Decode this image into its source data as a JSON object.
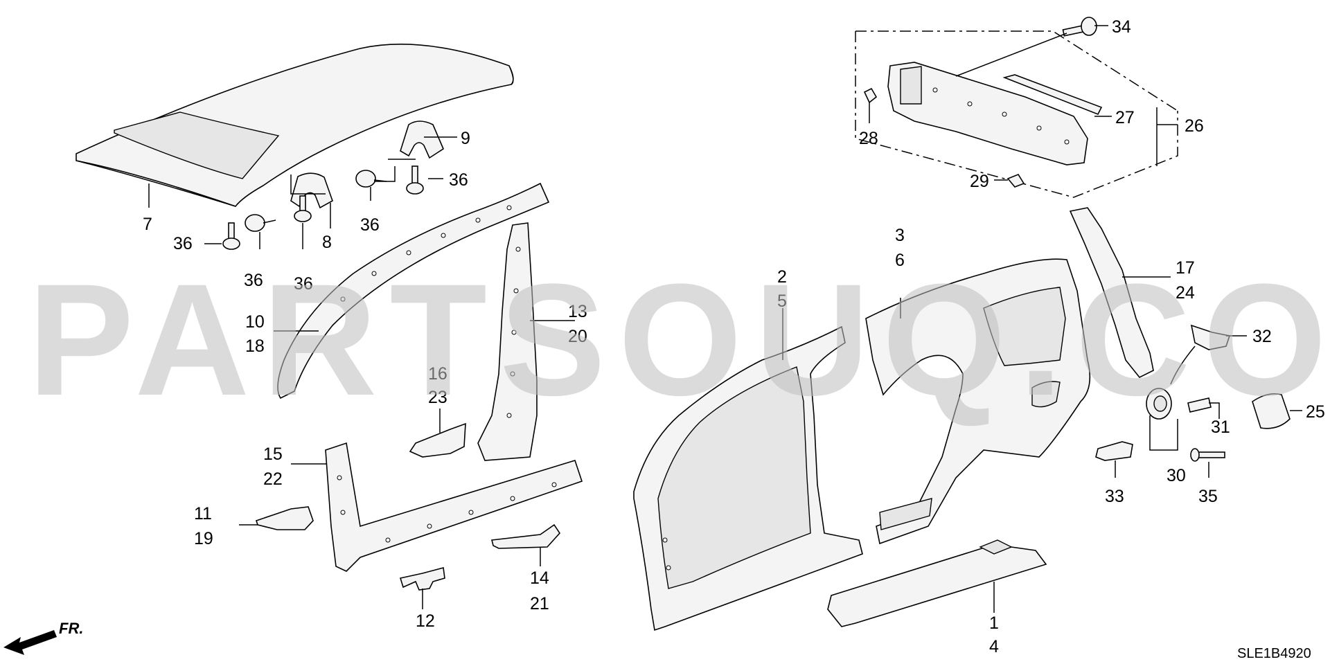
{
  "watermark": "PARTSOUQ.COM",
  "diagram_code": "SLE1B4920",
  "front_indicator": "FR.",
  "callouts": [
    {
      "id": "c7",
      "text": "7"
    },
    {
      "id": "c9",
      "text": "9"
    },
    {
      "id": "c36a",
      "text": "36"
    },
    {
      "id": "c36b",
      "text": "36"
    },
    {
      "id": "c8",
      "text": "8"
    },
    {
      "id": "c36c",
      "text": "36"
    },
    {
      "id": "c36d",
      "text": "36"
    },
    {
      "id": "c36e",
      "text": "36"
    },
    {
      "id": "c10",
      "text": "10"
    },
    {
      "id": "c18",
      "text": "18"
    },
    {
      "id": "c13",
      "text": "13"
    },
    {
      "id": "c20",
      "text": "20"
    },
    {
      "id": "c16",
      "text": "16"
    },
    {
      "id": "c23",
      "text": "23"
    },
    {
      "id": "c15",
      "text": "15"
    },
    {
      "id": "c22",
      "text": "22"
    },
    {
      "id": "c11",
      "text": "11"
    },
    {
      "id": "c19",
      "text": "19"
    },
    {
      "id": "c12",
      "text": "12"
    },
    {
      "id": "c14",
      "text": "14"
    },
    {
      "id": "c21",
      "text": "21"
    },
    {
      "id": "c2",
      "text": "2"
    },
    {
      "id": "c5",
      "text": "5"
    },
    {
      "id": "c3",
      "text": "3"
    },
    {
      "id": "c6",
      "text": "6"
    },
    {
      "id": "c1",
      "text": "1"
    },
    {
      "id": "c4",
      "text": "4"
    },
    {
      "id": "c17",
      "text": "17"
    },
    {
      "id": "c24",
      "text": "24"
    },
    {
      "id": "c32",
      "text": "32"
    },
    {
      "id": "c25",
      "text": "25"
    },
    {
      "id": "c31",
      "text": "31"
    },
    {
      "id": "c30",
      "text": "30"
    },
    {
      "id": "c33",
      "text": "33"
    },
    {
      "id": "c35",
      "text": "35"
    },
    {
      "id": "c34",
      "text": "34"
    },
    {
      "id": "c27",
      "text": "27"
    },
    {
      "id": "c26",
      "text": "26"
    },
    {
      "id": "c28",
      "text": "28"
    },
    {
      "id": "c29",
      "text": "29"
    }
  ]
}
